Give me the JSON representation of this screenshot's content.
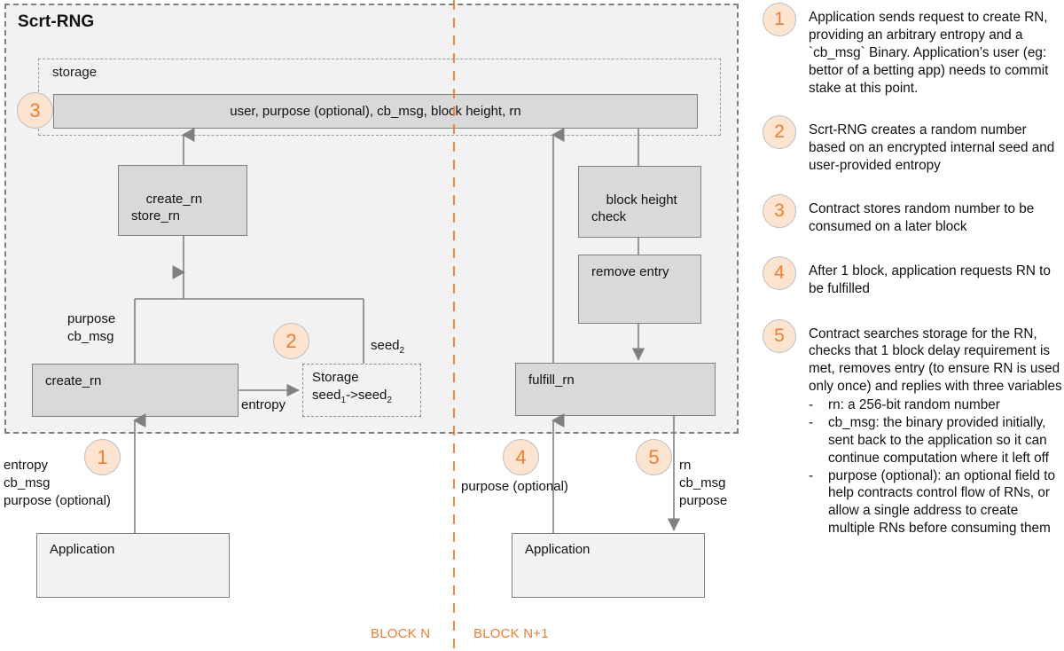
{
  "diagram": {
    "container_title": "Scrt-RNG",
    "storage_label": "storage",
    "storage_row": "user, purpose (optional), cb_msg, block height, rn",
    "boxes": {
      "create_store_rn": "create_rn\nstore_rn",
      "create_rn": "create_rn",
      "storage_seed": "Storage\nseed1->seed2",
      "storage_seed_line1": "Storage",
      "block_height_check": "block height\ncheck",
      "remove_entry": "remove entry",
      "fulfill_rn": "fulfill_rn",
      "application_left": "Application",
      "application_right": "Application"
    },
    "edge_labels": {
      "purpose_cbmsg": "purpose\ncb_msg",
      "entropy": "entropy",
      "seed2": "seed",
      "entropy_cbmsg_purpose": "entropy\ncb_msg\npurpose (optional)",
      "purpose_optional": "purpose (optional)",
      "rn_cbmsg_purpose": "rn\ncb_msg\npurpose"
    },
    "block_labels": {
      "left": "BLOCK N",
      "right": "BLOCK N+1"
    },
    "badges": [
      "1",
      "2",
      "3",
      "4",
      "5"
    ]
  },
  "legend": {
    "items": [
      {
        "num": "1",
        "text": "Application sends request to create RN, providing an arbitrary entropy and a `cb_msg` Binary. Application’s user (eg: bettor of a betting app) needs to commit stake at this point."
      },
      {
        "num": "2",
        "text": "Scrt-RNG creates a random number based on an encrypted internal seed and user-provided entropy"
      },
      {
        "num": "3",
        "text": "Contract stores random number to be consumed on a later block"
      },
      {
        "num": "4",
        "text": "After 1 block, application requests RN to be fulfilled"
      },
      {
        "num": "5",
        "text": "Contract searches storage for the RN, checks that 1 block delay requirement is met, removes entry (to ensure RN is used only once) and replies with three variables",
        "sub_items": [
          "rn: a 256-bit random number",
          "cb_msg: the binary provided initially, sent back to the application so it can continue computation where it left off",
          "purpose (optional): an optional field to help contracts control flow of RNs, or allow a single address to create multiple RNs before consuming them"
        ]
      }
    ]
  },
  "colors": {
    "accent": "#ED7D31",
    "badge_fill": "#FCE4D0",
    "box_fill": "#D9D9D9",
    "panel_fill": "#F2F2F2",
    "stroke": "#7F7F7F"
  }
}
